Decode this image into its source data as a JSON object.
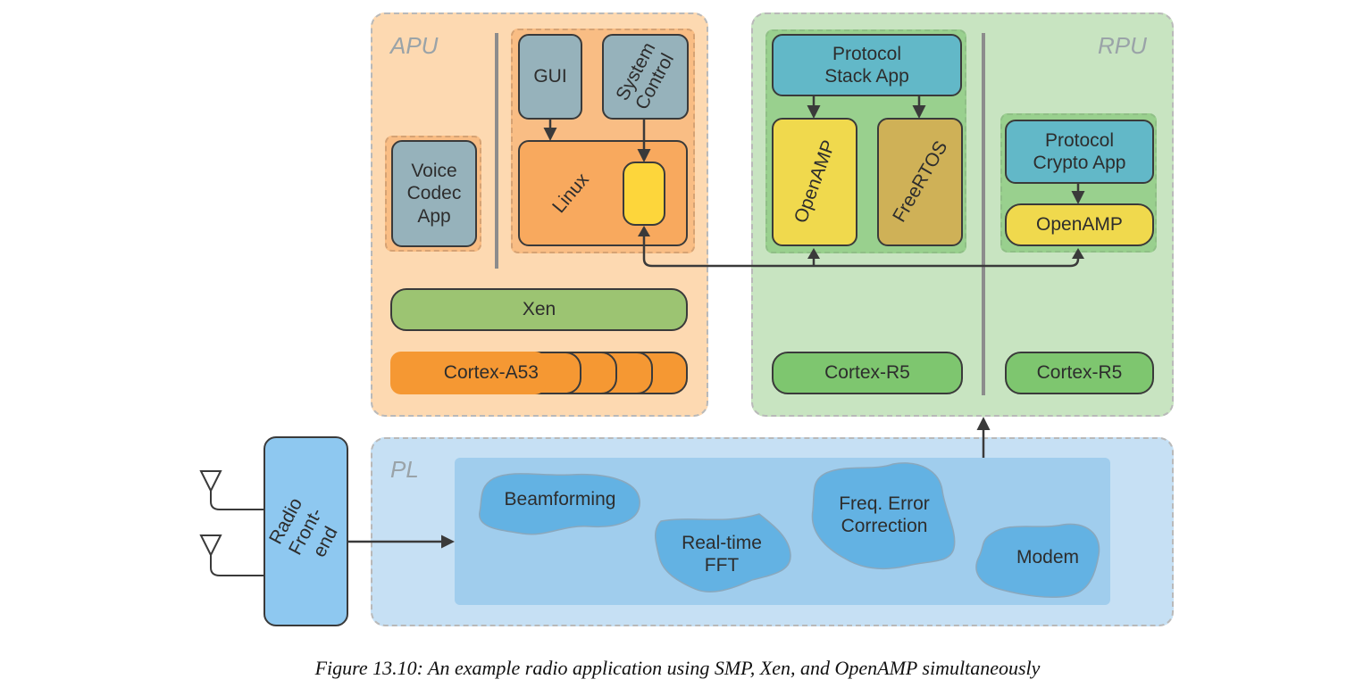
{
  "regions": {
    "apu": "APU",
    "rpu": "RPU",
    "pl": "PL"
  },
  "apu": {
    "voice_codec_app": "Voice Codec App",
    "gui": "GUI",
    "system_control": "System Control",
    "linux": "Linux",
    "xen": "Xen",
    "cortex_a53": "Cortex-A53"
  },
  "rpu": {
    "protocol_stack_app": "Protocol Stack App",
    "openamp_left": "OpenAMP",
    "freertos": "FreeRTOS",
    "protocol_crypto_app": "Protocol Crypto App",
    "openamp_right": "OpenAMP",
    "cortex_r5_left": "Cortex-R5",
    "cortex_r5_right": "Cortex-R5"
  },
  "pl": {
    "radio_front_end": "Radio Front-end",
    "beamforming": "Beamforming",
    "realtime_fft": "Real-time FFT",
    "freq_error_correction": "Freq. Error Correction",
    "modem": "Modem"
  },
  "caption": "Figure 13.10:  An example radio application using SMP, Xen, and OpenAMP simultaneously",
  "colors": {
    "apu_bg": "#fdd9b1",
    "apu_inner": "#f9bd84",
    "linux": "#f8a95e",
    "cortex_a53": "#f59833",
    "xen": "#9cc472",
    "rpu_bg": "#c8e4c1",
    "rpu_inner": "#99d08e",
    "cortex_r5": "#7ec66f",
    "protocol_app": "#62b8c8",
    "openamp": "#f0d94d",
    "freertos": "#cfb157",
    "app_gray": "#96b2bb",
    "pl_bg": "#c6e0f4",
    "pl_inner": "#a0cded",
    "pl_blob": "#63b2e3",
    "radio": "#8ec8f0"
  }
}
